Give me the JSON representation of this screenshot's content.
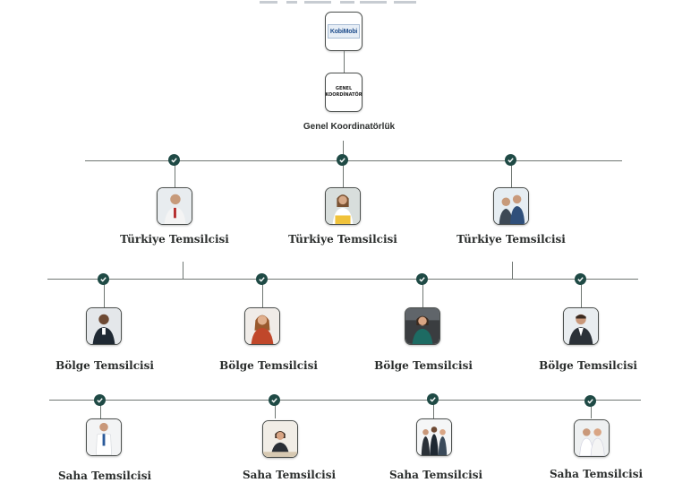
{
  "top": {
    "logo_text": "KobiMobi",
    "coordinator_card_text": "GENEL\nKOORDİNATÖR",
    "coordinator_label": "Genel Koordinatörlük"
  },
  "levels": {
    "turkey": {
      "label": "Türkiye Temsilcisi",
      "count": 3
    },
    "region": {
      "label": "Bölge Temsilcisi",
      "count": 4
    },
    "field": {
      "label": "Saha Temsilcisi",
      "count": 4
    }
  },
  "colors": {
    "check_bg": "#1f4a45",
    "line": "#6f7672",
    "text": "#2a2d2c"
  },
  "icons": {
    "connector": "check-icon"
  }
}
